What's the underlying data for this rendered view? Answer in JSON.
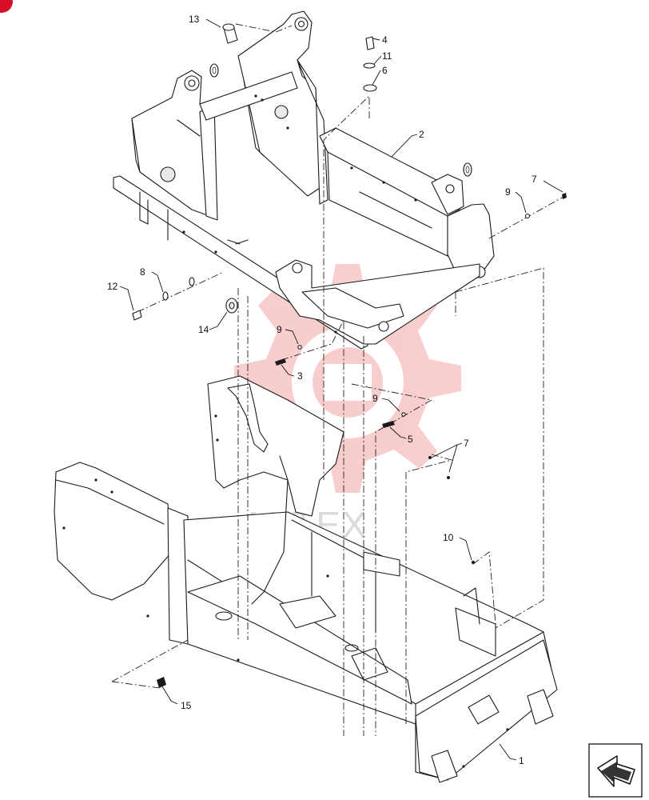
{
  "watermark": {
    "text": "MITEX",
    "color": "#f2a0a0"
  },
  "badge": {
    "color": "#d7102a"
  },
  "nav_arrow_icon": "view-direction-arrow-icon",
  "callouts": [
    {
      "id": "c13",
      "text": "13"
    },
    {
      "id": "c4",
      "text": "4"
    },
    {
      "id": "c11",
      "text": "11"
    },
    {
      "id": "c6",
      "text": "6"
    },
    {
      "id": "c2",
      "text": "2"
    },
    {
      "id": "c7a",
      "text": "7"
    },
    {
      "id": "c9a",
      "text": "9"
    },
    {
      "id": "c8",
      "text": "8"
    },
    {
      "id": "c12",
      "text": "12"
    },
    {
      "id": "c14",
      "text": "14"
    },
    {
      "id": "c9b",
      "text": "9"
    },
    {
      "id": "c3",
      "text": "3"
    },
    {
      "id": "c9c",
      "text": "9"
    },
    {
      "id": "c5",
      "text": "5"
    },
    {
      "id": "c7b",
      "text": "7"
    },
    {
      "id": "c10",
      "text": "10"
    },
    {
      "id": "c15",
      "text": "15"
    },
    {
      "id": "c1",
      "text": "1"
    }
  ]
}
